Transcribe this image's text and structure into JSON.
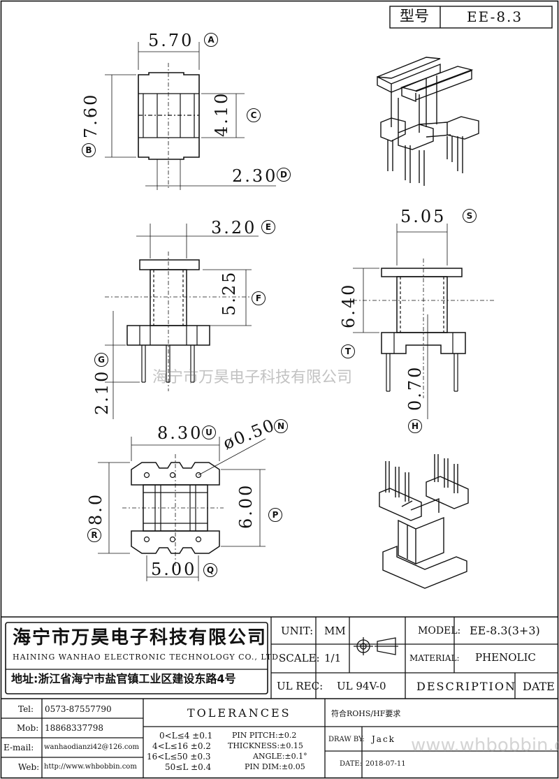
{
  "header": {
    "model_label": "型号",
    "model_value": "EE-8.3"
  },
  "dimensions": {
    "a": {
      "value": "5.70",
      "marker": "A"
    },
    "b": {
      "value": "7.60",
      "marker": "B"
    },
    "c": {
      "value": "4.10",
      "marker": "C"
    },
    "d": {
      "value": "2.30",
      "marker": "D"
    },
    "e": {
      "value": "3.20",
      "marker": "E"
    },
    "f": {
      "value": "5.25",
      "marker": "F"
    },
    "g": {
      "value": "2.10",
      "marker": "G"
    },
    "h": {
      "value": "0.70",
      "marker": "H"
    },
    "s": {
      "value": "5.05",
      "marker": "S"
    },
    "t": {
      "value": "6.40",
      "marker": "T"
    },
    "u": {
      "value": "8.30",
      "marker": "U"
    },
    "n": {
      "value": "ø0.50",
      "marker": "N"
    },
    "r": {
      "value": "8.0",
      "marker": "R"
    },
    "p": {
      "value": "6.00",
      "marker": "P"
    },
    "q": {
      "value": "5.00",
      "marker": "Q"
    }
  },
  "watermark": "海宁市万昊电子科技有限公司",
  "company": {
    "name_cn": "海宁市万昊电子科技有限公司",
    "name_en": "HAINING WANHAO ELECTRONIC TECHNOLOGY CO., LTD.",
    "address": "地址:浙江省海宁市盐官镇工业区建设东路4号"
  },
  "title_block": {
    "unit_label": "UNIT:",
    "unit_value": "MM",
    "scale_label": "SCALE:",
    "scale_value": "1/1",
    "ul_label": "UL REC:",
    "ul_value": "UL 94V-0",
    "model_label": "MODEL:",
    "model_value": "EE-8.3(3+3)",
    "material_label": "MATERIAL:",
    "material_value": "PHENOLIC",
    "description_label": "DESCRIPTION",
    "date_label": "DATE",
    "rohs": "符合ROHS/HF要求",
    "draw_by_label": "DRAW BY:",
    "draw_by_value": "Jack",
    "date_row_label": "DATE:",
    "date_row_value": "2018-07-11"
  },
  "contacts": [
    {
      "label": "Tel:",
      "value": "0573-87557790"
    },
    {
      "label": "Mob:",
      "value": "18868337798"
    },
    {
      "label": "E-mail:",
      "value": "wanhaodianzi42@126.com"
    },
    {
      "label": "Web:",
      "value": "http://www.whbobbin.com"
    }
  ],
  "tolerances": {
    "title": "TOLERANCES",
    "rows": [
      "0<L≤4 ±0.1",
      "4<L≤16 ±0.2",
      "16<L≤50 ±0.3",
      "50≤L ±0.4"
    ],
    "specs": [
      "PIN PITCH:±0.2",
      "THICKNESS:±0.15",
      "ANGLE:±0.1°",
      "PIN DIM:±0.05"
    ]
  },
  "site_watermark": "www.whbobbin.com"
}
